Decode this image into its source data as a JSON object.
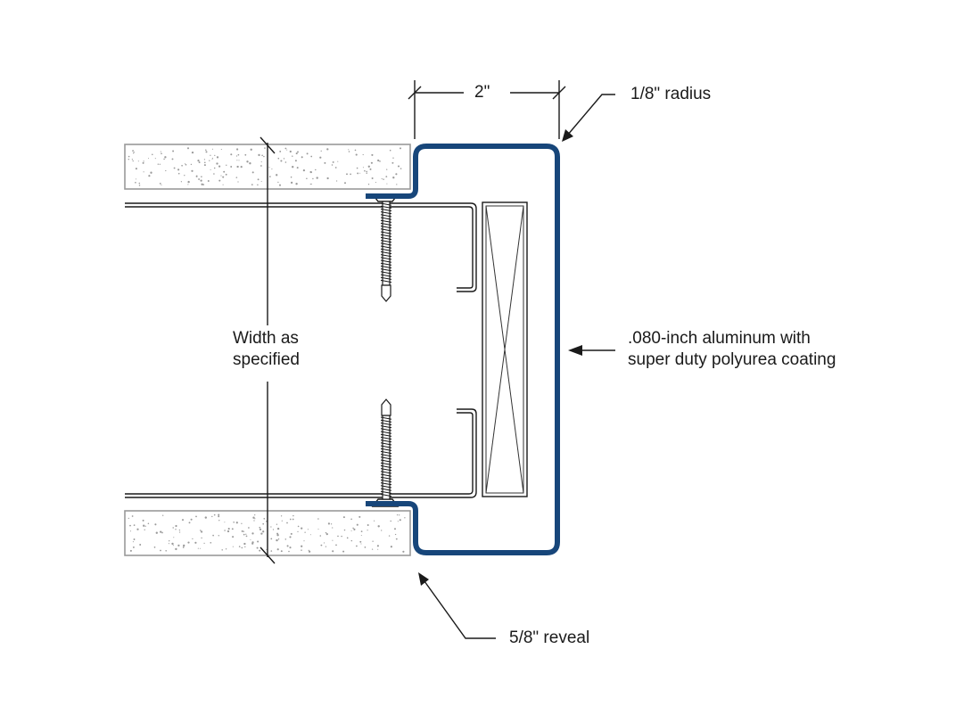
{
  "colors": {
    "profile": "#17467a",
    "line": "#1a1a1a",
    "board_edge": "#999999"
  },
  "labels": {
    "dimension": "2\"",
    "radius": "1/8\" radius",
    "width_line1": "Width as",
    "width_line2": "specified",
    "material_line1": ".080-inch aluminum with",
    "material_line2": "super duty polyurea coating",
    "reveal": "5/8\" reveal"
  }
}
